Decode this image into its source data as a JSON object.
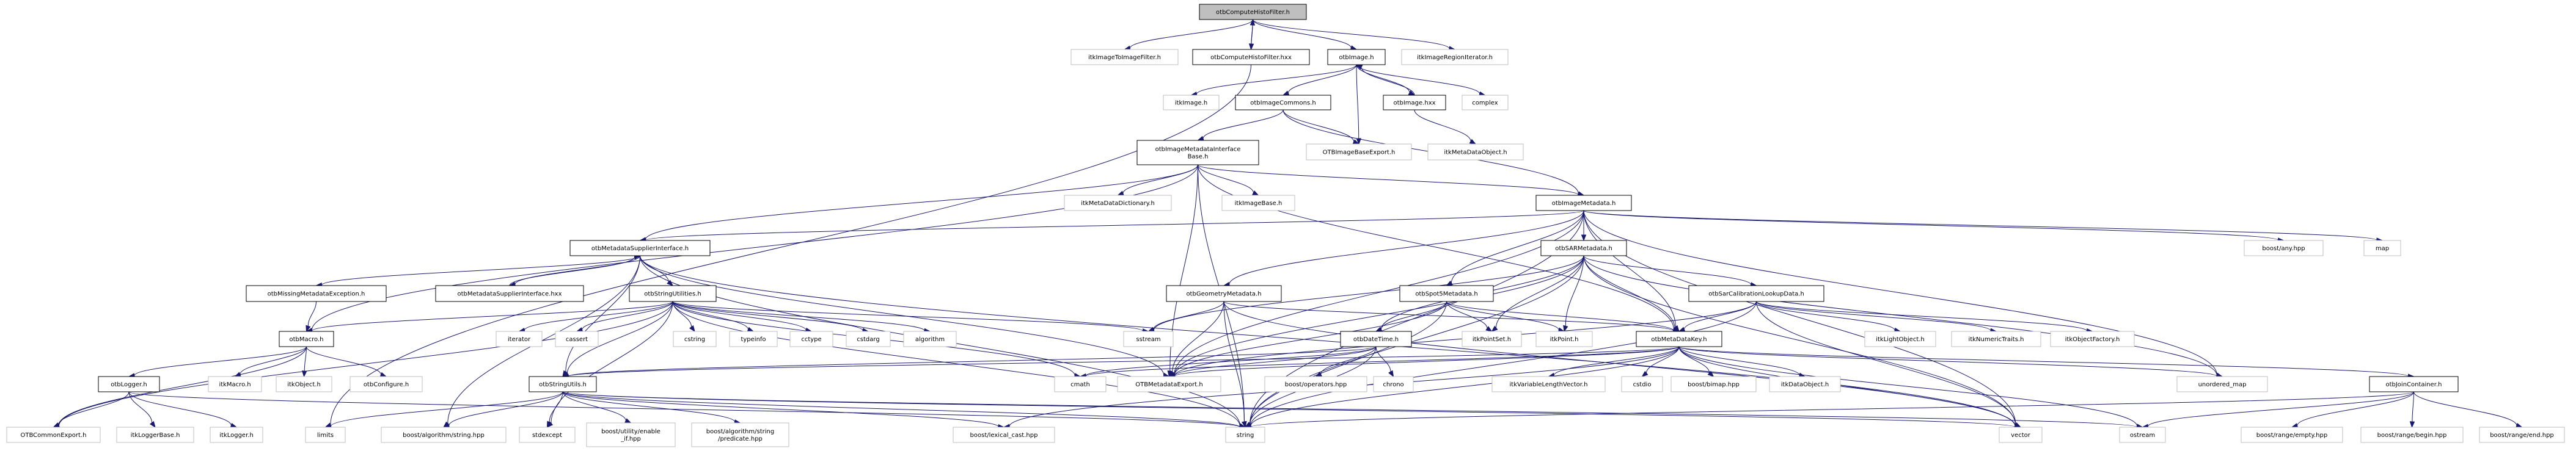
{
  "title": "otbComputeHistoFilter.h include dependency graph",
  "colors": {
    "edge": "#191970",
    "root_fill": "#bfbfbf",
    "doc_border": "#000000",
    "ext_border": "#bfbfbf"
  },
  "nodes": [
    {
      "id": "root",
      "label": [
        "otbComputeHistoFilter.h"
      ],
      "kind": "root"
    },
    {
      "id": "itkImageToImageFilter",
      "label": [
        "itkImageToImageFilter.h"
      ],
      "kind": "ext"
    },
    {
      "id": "otbComputeHistoFilterHxx",
      "label": [
        "otbComputeHistoFilter.hxx"
      ],
      "kind": "doc"
    },
    {
      "id": "otbImage",
      "label": [
        "otbImage.h"
      ],
      "kind": "doc"
    },
    {
      "id": "itkImageRegionIterator",
      "label": [
        "itkImageRegionIterator.h"
      ],
      "kind": "ext"
    },
    {
      "id": "itkImage",
      "label": [
        "itkImage.h"
      ],
      "kind": "ext"
    },
    {
      "id": "otbImageCommons",
      "label": [
        "otbImageCommons.h"
      ],
      "kind": "doc"
    },
    {
      "id": "otbImageHxx",
      "label": [
        "otbImage.hxx"
      ],
      "kind": "doc"
    },
    {
      "id": "complex",
      "label": [
        "complex"
      ],
      "kind": "ext"
    },
    {
      "id": "otbImageMetadataInterfaceBase",
      "label": [
        "otbImageMetadataInterface",
        "Base.h"
      ],
      "kind": "doc"
    },
    {
      "id": "OTBImageBaseExport",
      "label": [
        "OTBImageBaseExport.h"
      ],
      "kind": "ext"
    },
    {
      "id": "itkMetaDataObject",
      "label": [
        "itkMetaDataObject.h"
      ],
      "kind": "ext"
    },
    {
      "id": "itkMetaDataDictionary",
      "label": [
        "itkMetaDataDictionary.h"
      ],
      "kind": "ext"
    },
    {
      "id": "itkImageBase",
      "label": [
        "itkImageBase.h"
      ],
      "kind": "ext"
    },
    {
      "id": "otbImageMetadata",
      "label": [
        "otbImageMetadata.h"
      ],
      "kind": "doc"
    },
    {
      "id": "otbMetadataSupplierInterface",
      "label": [
        "otbMetadataSupplierInterface.h"
      ],
      "kind": "doc"
    },
    {
      "id": "otbSARMetadata",
      "label": [
        "otbSARMetadata.h"
      ],
      "kind": "doc"
    },
    {
      "id": "boostAny",
      "label": [
        "boost/any.hpp"
      ],
      "kind": "ext"
    },
    {
      "id": "map",
      "label": [
        "map"
      ],
      "kind": "ext"
    },
    {
      "id": "otbMissingMetadataException",
      "label": [
        "otbMissingMetadataException.h"
      ],
      "kind": "doc"
    },
    {
      "id": "otbMetadataSupplierInterfaceHxx",
      "label": [
        "otbMetadataSupplierInterface.hxx"
      ],
      "kind": "doc"
    },
    {
      "id": "otbStringUtilities",
      "label": [
        "otbStringUtilities.h"
      ],
      "kind": "doc"
    },
    {
      "id": "otbGeometryMetadata",
      "label": [
        "otbGeometryMetadata.h"
      ],
      "kind": "doc"
    },
    {
      "id": "otbSpot5Metadata",
      "label": [
        "otbSpot5Metadata.h"
      ],
      "kind": "doc"
    },
    {
      "id": "otbSarCalibrationLookupData",
      "label": [
        "otbSarCalibrationLookupData.h"
      ],
      "kind": "doc"
    },
    {
      "id": "otbMacro",
      "label": [
        "otbMacro.h"
      ],
      "kind": "doc"
    },
    {
      "id": "iterator",
      "label": [
        "iterator"
      ],
      "kind": "ext"
    },
    {
      "id": "cassert",
      "label": [
        "cassert"
      ],
      "kind": "ext"
    },
    {
      "id": "cstring",
      "label": [
        "cstring"
      ],
      "kind": "ext"
    },
    {
      "id": "typeinfo",
      "label": [
        "typeinfo"
      ],
      "kind": "ext"
    },
    {
      "id": "cctype",
      "label": [
        "cctype"
      ],
      "kind": "ext"
    },
    {
      "id": "cstdarg",
      "label": [
        "cstdarg"
      ],
      "kind": "ext"
    },
    {
      "id": "algorithm",
      "label": [
        "algorithm"
      ],
      "kind": "ext"
    },
    {
      "id": "sstream",
      "label": [
        "sstream"
      ],
      "kind": "ext"
    },
    {
      "id": "otbDateTime",
      "label": [
        "otbDateTime.h"
      ],
      "kind": "doc"
    },
    {
      "id": "itkPointSet",
      "label": [
        "itkPointSet.h"
      ],
      "kind": "ext"
    },
    {
      "id": "itkPoint",
      "label": [
        "itkPoint.h"
      ],
      "kind": "ext"
    },
    {
      "id": "otbMetaDataKey",
      "label": [
        "otbMetaDataKey.h"
      ],
      "kind": "doc"
    },
    {
      "id": "itkLightObject",
      "label": [
        "itkLightObject.h"
      ],
      "kind": "ext"
    },
    {
      "id": "itkNumericTraits",
      "label": [
        "itkNumericTraits.h"
      ],
      "kind": "ext"
    },
    {
      "id": "itkObjectFactory",
      "label": [
        "itkObjectFactory.h"
      ],
      "kind": "ext"
    },
    {
      "id": "otbLogger",
      "label": [
        "otbLogger.h"
      ],
      "kind": "doc"
    },
    {
      "id": "itkMacro",
      "label": [
        "itkMacro.h"
      ],
      "kind": "ext"
    },
    {
      "id": "itkObject",
      "label": [
        "itkObject.h"
      ],
      "kind": "ext"
    },
    {
      "id": "otbConfigure",
      "label": [
        "otbConfigure.h"
      ],
      "kind": "ext"
    },
    {
      "id": "otbStringUtils",
      "label": [
        "otbStringUtils.h"
      ],
      "kind": "doc"
    },
    {
      "id": "cmath",
      "label": [
        "cmath"
      ],
      "kind": "ext"
    },
    {
      "id": "OTBMetadataExport",
      "label": [
        "OTBMetadataExport.h"
      ],
      "kind": "ext"
    },
    {
      "id": "boostOperators",
      "label": [
        "boost/operators.hpp"
      ],
      "kind": "ext"
    },
    {
      "id": "chrono",
      "label": [
        "chrono"
      ],
      "kind": "ext"
    },
    {
      "id": "itkVariableLengthVector",
      "label": [
        "itkVariableLengthVector.h"
      ],
      "kind": "ext"
    },
    {
      "id": "cstdio",
      "label": [
        "cstdio"
      ],
      "kind": "ext"
    },
    {
      "id": "boostBimap",
      "label": [
        "boost/bimap.hpp"
      ],
      "kind": "ext"
    },
    {
      "id": "itkDataObject",
      "label": [
        "itkDataObject.h"
      ],
      "kind": "ext"
    },
    {
      "id": "unorderedMap",
      "label": [
        "unordered_map"
      ],
      "kind": "ext"
    },
    {
      "id": "otbJoinContainer",
      "label": [
        "otbJoinContainer.h"
      ],
      "kind": "doc"
    },
    {
      "id": "OTBCommonExport",
      "label": [
        "OTBCommonExport.h"
      ],
      "kind": "ext"
    },
    {
      "id": "itkLoggerBase",
      "label": [
        "itkLoggerBase.h"
      ],
      "kind": "ext"
    },
    {
      "id": "itkLogger",
      "label": [
        "itkLogger.h"
      ],
      "kind": "ext"
    },
    {
      "id": "limits",
      "label": [
        "limits"
      ],
      "kind": "ext"
    },
    {
      "id": "boostAlgorithmString",
      "label": [
        "boost/algorithm/string.hpp"
      ],
      "kind": "ext"
    },
    {
      "id": "stdexcept",
      "label": [
        "stdexcept"
      ],
      "kind": "ext"
    },
    {
      "id": "boostEnableIf",
      "label": [
        "boost/utility/enable",
        "_if.hpp"
      ],
      "kind": "ext"
    },
    {
      "id": "boostPredicate",
      "label": [
        "boost/algorithm/string",
        "/predicate.hpp"
      ],
      "kind": "ext"
    },
    {
      "id": "boostLexicalCast",
      "label": [
        "boost/lexical_cast.hpp"
      ],
      "kind": "ext"
    },
    {
      "id": "string",
      "label": [
        "string"
      ],
      "kind": "ext"
    },
    {
      "id": "vector",
      "label": [
        "vector"
      ],
      "kind": "ext"
    },
    {
      "id": "ostream",
      "label": [
        "ostream"
      ],
      "kind": "ext"
    },
    {
      "id": "boostRangeEmpty",
      "label": [
        "boost/range/empty.hpp"
      ],
      "kind": "ext"
    },
    {
      "id": "boostRangeBegin",
      "label": [
        "boost/range/begin.hpp"
      ],
      "kind": "ext"
    },
    {
      "id": "boostRangeEnd",
      "label": [
        "boost/range/end.hpp"
      ],
      "kind": "ext"
    }
  ],
  "edges": [
    [
      "root",
      "itkImageToImageFilter"
    ],
    [
      "root",
      "otbComputeHistoFilterHxx"
    ],
    [
      "otbComputeHistoFilterHxx",
      "root"
    ],
    [
      "root",
      "otbImage"
    ],
    [
      "root",
      "itkImageRegionIterator"
    ],
    [
      "otbComputeHistoFilterHxx",
      "limits"
    ],
    [
      "otbImage",
      "itkImage"
    ],
    [
      "otbImage",
      "otbImageCommons"
    ],
    [
      "otbImage",
      "OTBImageBaseExport"
    ],
    [
      "otbImage",
      "otbImageHxx"
    ],
    [
      "otbImageHxx",
      "otbImage"
    ],
    [
      "otbImage",
      "complex"
    ],
    [
      "otbImageCommons",
      "otbImageMetadataInterfaceBase"
    ],
    [
      "otbImageCommons",
      "OTBImageBaseExport"
    ],
    [
      "otbImageCommons",
      "otbImageMetadata"
    ],
    [
      "otbImageHxx",
      "itkMetaDataObject"
    ],
    [
      "otbImageMetadataInterfaceBase",
      "itkMetaDataDictionary"
    ],
    [
      "otbImageMetadataInterfaceBase",
      "itkImageBase"
    ],
    [
      "otbImageMetadataInterfaceBase",
      "otbImageMetadata"
    ],
    [
      "otbImageMetadataInterfaceBase",
      "otbMetadataSupplierInterface"
    ],
    [
      "otbImageMetadataInterfaceBase",
      "otbMacro"
    ],
    [
      "otbImageMetadataInterfaceBase",
      "OTBMetadataExport"
    ],
    [
      "otbImageMetadataInterfaceBase",
      "string"
    ],
    [
      "otbImageMetadataInterfaceBase",
      "otbMetaDataKey"
    ],
    [
      "otbImageMetadata",
      "otbMetadataSupplierInterface"
    ],
    [
      "otbImageMetadata",
      "otbSARMetadata"
    ],
    [
      "otbImageMetadata",
      "boostAny"
    ],
    [
      "otbImageMetadata",
      "map"
    ],
    [
      "otbImageMetadata",
      "otbGeometryMetadata"
    ],
    [
      "otbImageMetadata",
      "otbSpot5Metadata"
    ],
    [
      "otbImageMetadata",
      "otbMetaDataKey"
    ],
    [
      "otbImageMetadata",
      "OTBMetadataExport"
    ],
    [
      "otbImageMetadata",
      "string"
    ],
    [
      "otbImageMetadata",
      "vector"
    ],
    [
      "otbImageMetadata",
      "unorderedMap"
    ],
    [
      "otbMetadataSupplierInterface",
      "otbMissingMetadataException"
    ],
    [
      "otbMetadataSupplierInterface",
      "otbMetadataSupplierInterfaceHxx"
    ],
    [
      "otbMetadataSupplierInterfaceHxx",
      "otbMetadataSupplierInterface"
    ],
    [
      "otbMetadataSupplierInterface",
      "otbStringUtilities"
    ],
    [
      "otbMetadataSupplierInterface",
      "string"
    ],
    [
      "otbMetadataSupplierInterface",
      "vector"
    ],
    [
      "otbMetadataSupplierInterface",
      "OTBMetadataExport"
    ],
    [
      "otbMetadataSupplierInterface",
      "boostAlgorithmString"
    ],
    [
      "otbMetadataSupplierInterface",
      "otbStringUtils"
    ],
    [
      "otbMissingMetadataException",
      "otbMacro"
    ],
    [
      "otbStringUtilities",
      "otbMacro"
    ],
    [
      "otbStringUtilities",
      "iterator"
    ],
    [
      "otbStringUtilities",
      "cassert"
    ],
    [
      "otbStringUtilities",
      "cstring"
    ],
    [
      "otbStringUtilities",
      "typeinfo"
    ],
    [
      "otbStringUtilities",
      "cctype"
    ],
    [
      "otbStringUtilities",
      "cstdarg"
    ],
    [
      "otbStringUtilities",
      "algorithm"
    ],
    [
      "otbStringUtilities",
      "sstream"
    ],
    [
      "otbStringUtilities",
      "string"
    ],
    [
      "otbStringUtilities",
      "stdexcept"
    ],
    [
      "otbStringUtilities",
      "cmath"
    ],
    [
      "otbStringUtilities",
      "OTBCommonExport"
    ],
    [
      "otbStringUtilities",
      "otbStringUtils"
    ],
    [
      "otbSARMetadata",
      "otbSarCalibrationLookupData"
    ],
    [
      "otbSARMetadata",
      "otbDateTime"
    ],
    [
      "otbSARMetadata",
      "itkPointSet"
    ],
    [
      "otbSARMetadata",
      "itkPoint"
    ],
    [
      "otbSARMetadata",
      "otbMetaDataKey"
    ],
    [
      "otbSARMetadata",
      "OTBMetadataExport"
    ],
    [
      "otbSARMetadata",
      "string"
    ],
    [
      "otbSARMetadata",
      "vector"
    ],
    [
      "otbSARMetadata",
      "sstream"
    ],
    [
      "otbSARMetadata",
      "unorderedMap"
    ],
    [
      "otbGeometryMetadata",
      "sstream"
    ],
    [
      "otbGeometryMetadata",
      "OTBMetadataExport"
    ],
    [
      "otbGeometryMetadata",
      "otbMetaDataKey"
    ],
    [
      "otbGeometryMetadata",
      "string"
    ],
    [
      "otbGeometryMetadata",
      "vector"
    ],
    [
      "otbSpot5Metadata",
      "otbDateTime"
    ],
    [
      "otbSpot5Metadata",
      "itkPointSet"
    ],
    [
      "otbSpot5Metadata",
      "itkPoint"
    ],
    [
      "otbSpot5Metadata",
      "otbMetaDataKey"
    ],
    [
      "otbSpot5Metadata",
      "OTBMetadataExport"
    ],
    [
      "otbSpot5Metadata",
      "string"
    ],
    [
      "otbSarCalibrationLookupData",
      "itkLightObject"
    ],
    [
      "otbSarCalibrationLookupData",
      "itkNumericTraits"
    ],
    [
      "otbSarCalibrationLookupData",
      "itkObjectFactory"
    ],
    [
      "otbSarCalibrationLookupData",
      "otbMetaDataKey"
    ],
    [
      "otbSarCalibrationLookupData",
      "OTBMetadataExport"
    ],
    [
      "otbSarCalibrationLookupData",
      "string"
    ],
    [
      "otbSarCalibrationLookupData",
      "vector"
    ],
    [
      "otbMacro",
      "otbLogger"
    ],
    [
      "otbMacro",
      "itkMacro"
    ],
    [
      "otbMacro",
      "itkObject"
    ],
    [
      "otbMacro",
      "otbConfigure"
    ],
    [
      "otbMacro",
      "OTBCommonExport"
    ],
    [
      "otbLogger",
      "OTBCommonExport"
    ],
    [
      "otbLogger",
      "itkLoggerBase"
    ],
    [
      "otbLogger",
      "itkLogger"
    ],
    [
      "otbLogger",
      "string"
    ],
    [
      "otbDateTime",
      "OTBMetadataExport"
    ],
    [
      "otbDateTime",
      "boostOperators"
    ],
    [
      "otbDateTime",
      "chrono"
    ],
    [
      "otbDateTime",
      "string"
    ],
    [
      "otbDateTime",
      "cmath"
    ],
    [
      "otbDateTime",
      "otbStringUtils"
    ],
    [
      "otbMetaDataKey",
      "OTBMetadataExport"
    ],
    [
      "otbMetaDataKey",
      "itkVariableLengthVector"
    ],
    [
      "otbMetaDataKey",
      "cstdio"
    ],
    [
      "otbMetaDataKey",
      "boostBimap"
    ],
    [
      "otbMetaDataKey",
      "itkDataObject"
    ],
    [
      "otbMetaDataKey",
      "unorderedMap"
    ],
    [
      "otbMetaDataKey",
      "otbJoinContainer"
    ],
    [
      "otbMetaDataKey",
      "string"
    ],
    [
      "otbMetaDataKey",
      "vector"
    ],
    [
      "otbMetaDataKey",
      "ostream"
    ],
    [
      "otbMetaDataKey",
      "boostLexicalCast"
    ],
    [
      "otbMetaDataKey",
      "otbStringUtils"
    ],
    [
      "otbMetaDataKey",
      "cmath"
    ],
    [
      "otbStringUtils",
      "limits"
    ],
    [
      "otbStringUtils",
      "boostAlgorithmString"
    ],
    [
      "otbStringUtils",
      "stdexcept"
    ],
    [
      "otbStringUtils",
      "boostEnableIf"
    ],
    [
      "otbStringUtils",
      "boostPredicate"
    ],
    [
      "otbStringUtils",
      "boostLexicalCast"
    ],
    [
      "otbStringUtils",
      "string"
    ],
    [
      "otbStringUtils",
      "vector"
    ],
    [
      "otbStringUtils",
      "ostream"
    ],
    [
      "otbJoinContainer",
      "boostRangeEmpty"
    ],
    [
      "otbJoinContainer",
      "boostRangeBegin"
    ],
    [
      "otbJoinContainer",
      "boostRangeEnd"
    ],
    [
      "otbJoinContainer",
      "ostream"
    ],
    [
      "otbJoinContainer",
      "string"
    ]
  ]
}
